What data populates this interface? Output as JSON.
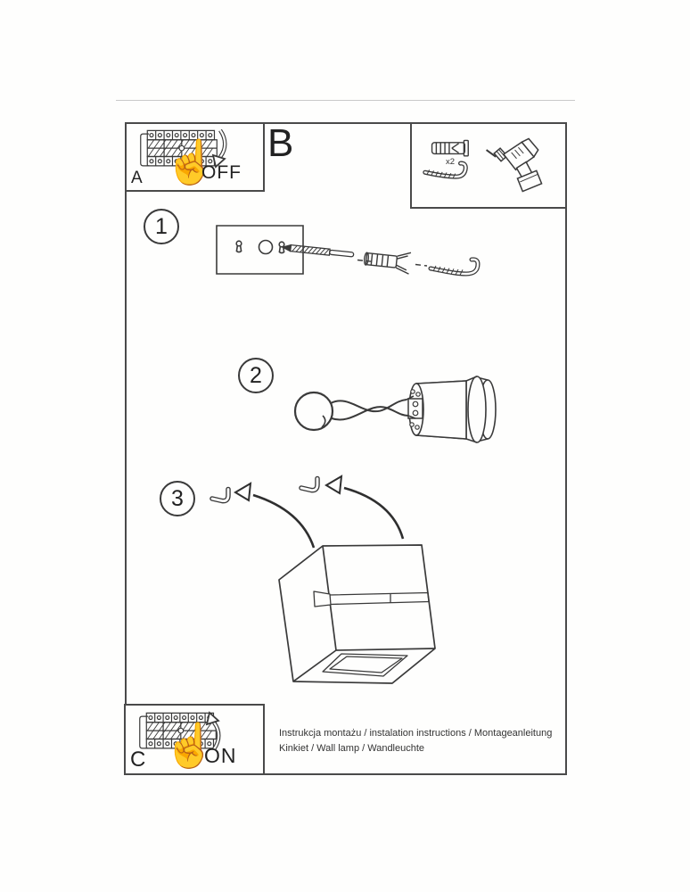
{
  "document": {
    "panel_a": {
      "label": "A",
      "action": "OFF"
    },
    "panel_b_label": "B",
    "kit_box": {
      "quantity_label": "x2"
    },
    "steps": [
      {
        "number": "1"
      },
      {
        "number": "2"
      },
      {
        "number": "3"
      }
    ],
    "panel_c": {
      "label": "C",
      "action": "ON"
    },
    "footer": {
      "line1": "Instrukcja montażu / instalation instructions / Montageanleitung",
      "line2": "Kinkiet / Wall lamp / Wandleuchte"
    },
    "icons": {
      "hand_glyph": "☝"
    },
    "colors": {
      "ink": "#3a3a3a",
      "line": "#4a4a4a",
      "faint_rule": "#c9c9c9",
      "paper": "#fefefd"
    }
  }
}
